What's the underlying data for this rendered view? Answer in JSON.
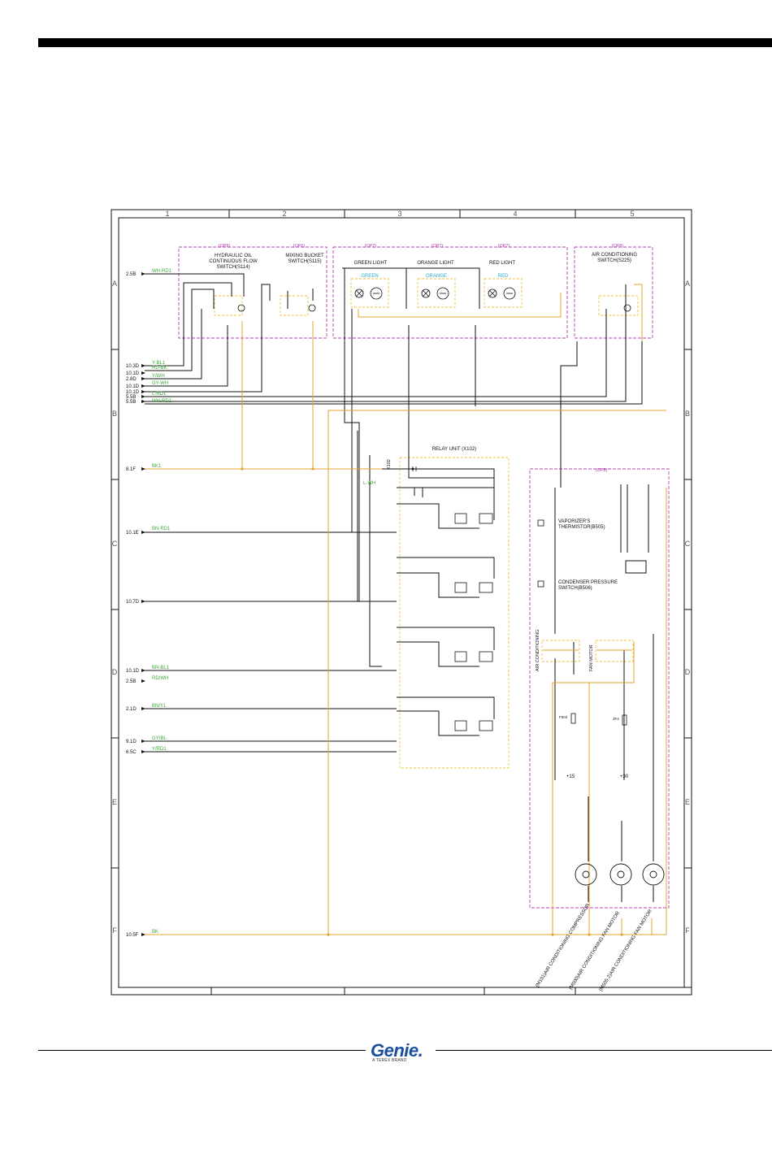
{
  "columns": [
    "1",
    "2",
    "3",
    "4",
    "5"
  ],
  "rows": [
    "A",
    "B",
    "C",
    "D",
    "E",
    "F"
  ],
  "groups": {
    "op8_a": "(OP8)",
    "op6": "(OP6)",
    "op7_a": "(OP7)",
    "op7_b": "(OP7)",
    "op7_c": "(OP7)",
    "op8_b": "(OP8)",
    "op8_c": "(OP8)"
  },
  "switches": {
    "hyd_1": "HYDRAULIC OIL",
    "hyd_2": "CONTINUOUS FLOW",
    "hyd_3": "SWITCH(S114)",
    "mix_1": "MIXING BUCKET",
    "mix_2": "SWITCH(S115)",
    "ac_1": "AIR CONDITIONING",
    "ac_2": "SWITCH(S225)"
  },
  "lights": {
    "green": "GREEN LIGHT",
    "orange": "ORANGE LIGHT",
    "red": "RED LIGHT",
    "green_box": "GREEN",
    "orange_box": "ORANGE",
    "red_box": "RED"
  },
  "relay": {
    "title": "RELAY UNIT (X102)",
    "conn": "X102"
  },
  "refs_left": [
    "2.5B",
    "10.3D",
    "10.1D",
    "2.8D",
    "10.1D",
    "10.1D",
    "5.5B",
    "5.5B",
    "8.1F",
    "10.1E",
    "10.7D",
    "10.1D",
    "2.5B",
    "2.1D",
    "9.1D",
    "6.5C",
    "10.5F"
  ],
  "wire_labels": {
    "wh_rd": "WH-RD1",
    "y_bl": "Y-BL1",
    "rd_bk": "RD-BK",
    "y_wh": "Y/WH",
    "gy_wh": "GY-WH",
    "l_rd": "L-RD1",
    "wh_rd2": "WH-RD1",
    "bk": "BK1",
    "bn_rd": "BN-RD1",
    "l_wh": "L-WH",
    "bn_bl": "BN-BL1",
    "rd_wh": "RD/WH",
    "bn_y": "BN/Y1",
    "gy_bl": "GY/BL",
    "y_rd": "Y/RD1",
    "f_bk": "BK"
  },
  "op8_comp": {
    "therm_1": "VAPORIZER'S",
    "therm_2": "THERMISTOR(B505)",
    "cond_1": "CONDENSER PRESSURE",
    "cond_2": "SWITCH(B506)",
    "relay_ac": "AIR CONDITIONING",
    "relay_fan": "FAN MOTOR",
    "fuse_1": "+15",
    "fuse_2": "+30",
    "f_a": "F504",
    "f_b": "3F4"
  },
  "motors": {
    "m1": "(M101)AIR CONDITIONING COMPRESSOR",
    "m2": "(M500)AIR CONDITIONING FAN MOTOR",
    "m3": "(M505.2)AIR CONDITIONING FAN MOTOR"
  },
  "brand": {
    "name": "Genie.",
    "tag": "A TEREX BRAND"
  },
  "colors": {
    "wire_black": "#111111",
    "wire_orange": "#e3a32e",
    "group_purple": "#b044b0",
    "relay_yellow": "#f0c23a",
    "label_green": "#39a935",
    "label_blue": "#2aa7c8"
  }
}
